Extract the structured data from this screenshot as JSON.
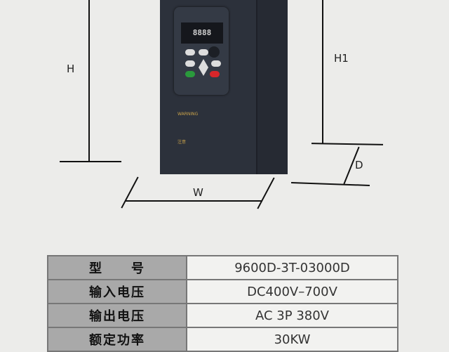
{
  "dimensions": {
    "h": "H",
    "h1": "H1",
    "w": "W",
    "d": "D"
  },
  "device": {
    "display": "8888",
    "warning_title": "WARNING",
    "caution_title": "注意"
  },
  "table": [
    {
      "key": "型　　号",
      "value": "9600D-3T-03000D"
    },
    {
      "key": "输入电压",
      "value": "DC400V–700V"
    },
    {
      "key": "输出电压",
      "value": "AC 3P 380V"
    },
    {
      "key": "额定功率",
      "value": "30KW"
    }
  ]
}
